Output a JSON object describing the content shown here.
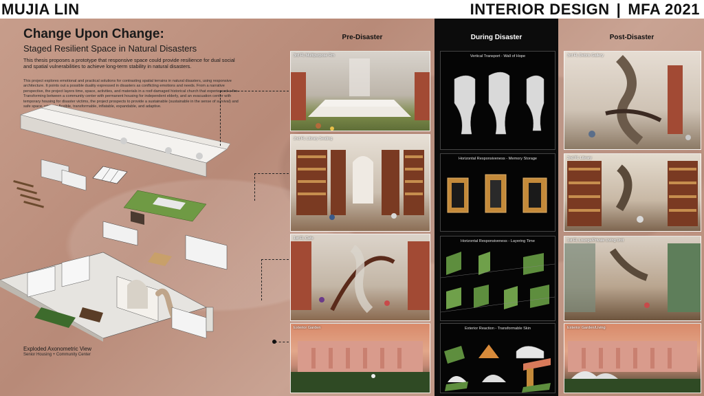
{
  "header": {
    "author": "MUJIA LIN",
    "department": "INTERIOR DESIGN",
    "separator": "|",
    "degree": "MFA 2021"
  },
  "left": {
    "title": "Change Upon Change:",
    "subtitle": "Staged Resilient Space in Natural Disasters",
    "abstract_main": "This thesis proposes a prototype that responsive space could provide resilience for dual social and spatial vulnerabilities to achieve long-term stability in natural disasters.",
    "abstract_detail": "This project explores emotional and practical solutions for contrasting spatial terrains in natural disasters, using responsive architecture. It points out a possible duality expressed in disasters as conflicting emotions and needs. From a narrative perspective, the project layers time, space, activities, and materials in a roof-damaged historical church that experienced a fire. Transforming between a community center with permanent housing for independent elderly, and an evacuation center with temporary housing for disaster victims, the project prospects to provide a sustainable (sustainable in the sense of survival) and safe space, which is flexible, transformable, inflatable, expandable, and adaptive.",
    "axo_label": "Exploded Axonometric View",
    "axo_sub": "Senior Housing + Community Center"
  },
  "columns": {
    "pre": "Pre-Disaster",
    "during": "During Disaster",
    "post": "Post-Disaster"
  },
  "rows": [
    {
      "pre": "3rd FL Multipurpose Rm",
      "during": "Vertical Transport - Wall of Hope",
      "post": "3rd FL Debris Gallery"
    },
    {
      "pre": "2nd FL Library Seating",
      "during": "Horizontal Responsiveness - Memory Storage",
      "post": "2nd FL Library"
    },
    {
      "pre": "1st FL Cafe",
      "during": "Horizontal Responsiveness - Layering Time",
      "post": "1st FL Lounge/Private Living Unit"
    },
    {
      "pre": "Exterior Garden",
      "during": "Exterior Reaction - Transformable Skin",
      "post": "Exterior Garden/Living"
    }
  ],
  "colors": {
    "board": "#c09483",
    "dark_column": "#0c0c0c",
    "brick": "#a24a34",
    "green": "#5e8e3e",
    "wood": "#c48a3a"
  }
}
